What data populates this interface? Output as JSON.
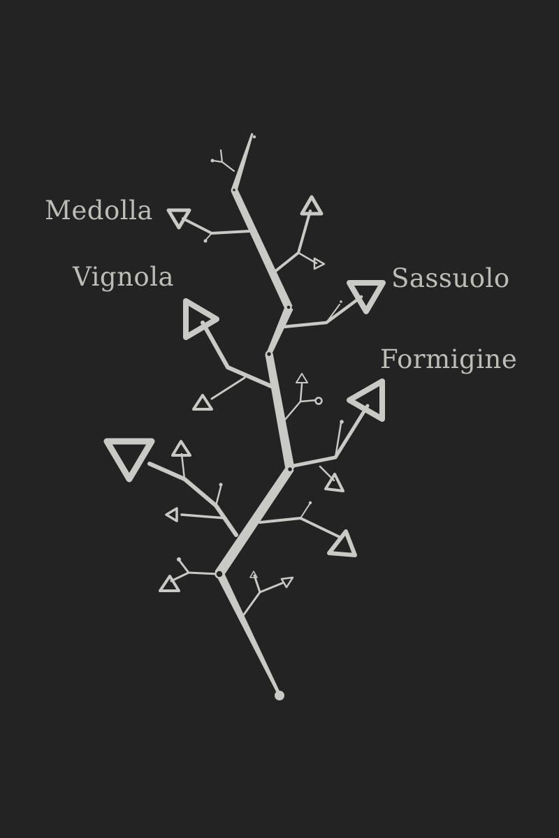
{
  "colors": {
    "background": "#232323",
    "tree": "#c9c9c5",
    "label": "#bdbdb8",
    "joint_fill": "#232323"
  },
  "labels": {
    "medolla": "Medolla",
    "vignola": "Vignola",
    "sassuolo": "Sassuolo",
    "formigine": "Formigine"
  }
}
